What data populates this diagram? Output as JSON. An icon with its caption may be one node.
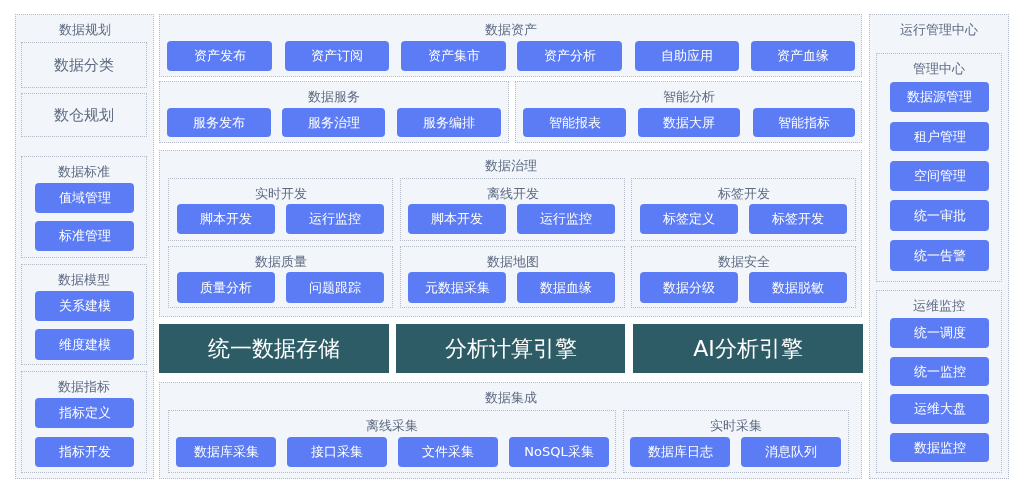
{
  "diagram": {
    "nodes": [
      {
        "text": [
          "数据规划"
        ]
      },
      {
        "text": [
          "数据分类"
        ],
        "in": 0
      },
      {
        "text": [
          "数仓规划"
        ],
        "in": 0
      },
      {
        "text": [
          "数据标准"
        ],
        "in": 0
      },
      {
        "text": [
          "值域管理"
        ],
        "in": 3
      },
      {
        "text": [
          "标准管理"
        ],
        "in": 3
      },
      {
        "text": [
          "数据模型"
        ],
        "in": 0
      },
      {
        "text": [
          "关系建模"
        ],
        "in": 6
      },
      {
        "text": [
          "维度建模"
        ],
        "in": 6
      },
      {
        "text": [
          "数据指标"
        ],
        "in": 0
      },
      {
        "text": [
          "指标定义"
        ],
        "in": 9
      },
      {
        "text": [
          "指标开发"
        ],
        "in": 9
      },
      {
        "text": [
          "数据资产"
        ]
      },
      {
        "text": [
          "资产发布"
        ],
        "in": 12
      },
      {
        "text": [
          "资产订阅"
        ],
        "in": 12
      },
      {
        "text": [
          "资产集市"
        ],
        "in": 12
      },
      {
        "text": [
          "资产分析"
        ],
        "in": 12
      },
      {
        "text": [
          "自助应用"
        ],
        "in": 12
      },
      {
        "text": [
          "资产血缘"
        ],
        "in": 12
      },
      {
        "text": [
          "数据服务"
        ]
      },
      {
        "text": [
          "服务发布"
        ],
        "in": 19
      },
      {
        "text": [
          "服务治理"
        ],
        "in": 19
      },
      {
        "text": [
          "服务编排"
        ],
        "in": 19
      },
      {
        "text": [
          "智能分析"
        ]
      },
      {
        "text": [
          "智能报表"
        ],
        "in": 23
      },
      {
        "text": [
          "数据大屏"
        ],
        "in": 23
      },
      {
        "text": [
          "智能指标"
        ],
        "in": 23
      },
      {
        "text": [
          "数据治理"
        ]
      },
      {
        "text": [
          "实时开发"
        ],
        "in": 27
      },
      {
        "text": [
          "脚本开发"
        ],
        "in": 28
      },
      {
        "text": [
          "运行监控"
        ],
        "in": 28
      },
      {
        "text": [
          "离线开发"
        ],
        "in": 27
      },
      {
        "text": [
          "脚本开发"
        ],
        "in": 31
      },
      {
        "text": [
          "运行监控"
        ],
        "in": 31
      },
      {
        "text": [
          "标签开发"
        ],
        "in": 27
      },
      {
        "text": [
          "标签定义"
        ],
        "in": 34
      },
      {
        "text": [
          "标签开发"
        ],
        "in": 34
      },
      {
        "text": [
          "数据质量"
        ],
        "in": 27
      },
      {
        "text": [
          "质量分析"
        ],
        "in": 37
      },
      {
        "text": [
          "问题跟踪"
        ],
        "in": 37
      },
      {
        "text": [
          "数据地图"
        ],
        "in": 27
      },
      {
        "text": [
          "元数据采集"
        ],
        "in": 40
      },
      {
        "text": [
          "数据血缘"
        ],
        "in": 40
      },
      {
        "text": [
          "数据安全"
        ],
        "in": 27
      },
      {
        "text": [
          "数据分级"
        ],
        "in": 43
      },
      {
        "text": [
          "数据脱敏"
        ],
        "in": 43
      },
      {
        "text": [
          "统一数据存储"
        ]
      },
      {
        "text": [
          "分析计算引擎"
        ]
      },
      {
        "text": [
          "AI分析引擎"
        ]
      },
      {
        "text": [
          "数据集成"
        ]
      },
      {
        "text": [
          "离线采集"
        ],
        "in": 49
      },
      {
        "text": [
          "数据库采集"
        ],
        "in": 50
      },
      {
        "text": [
          "接口采集"
        ],
        "in": 50
      },
      {
        "text": [
          "文件采集"
        ],
        "in": 50
      },
      {
        "text": [
          "NoSQL采集"
        ],
        "in": 50
      },
      {
        "text": [
          "实时采集"
        ],
        "in": 49
      },
      {
        "text": [
          "数据库日志"
        ],
        "in": 55
      },
      {
        "text": [
          "消息队列"
        ],
        "in": 55
      },
      {
        "text": [
          "运行管理中心"
        ]
      },
      {
        "text": [
          "管理中心"
        ],
        "in": 58
      },
      {
        "text": [
          "数据源管理"
        ],
        "in": 59
      },
      {
        "text": [
          "租户管理"
        ],
        "in": 59
      },
      {
        "text": [
          "空间管理"
        ],
        "in": 59
      },
      {
        "text": [
          "统一审批"
        ],
        "in": 59
      },
      {
        "text": [
          "统一告警"
        ],
        "in": 59
      },
      {
        "text": [
          "运维监控"
        ],
        "in": 58
      },
      {
        "text": [
          "统一调度"
        ],
        "in": 65
      },
      {
        "text": [
          "统一监控"
        ],
        "in": 65
      },
      {
        "text": [
          "运维大盘"
        ],
        "in": 65
      },
      {
        "text": [
          "数据监控"
        ],
        "in": 65
      }
    ]
  }
}
